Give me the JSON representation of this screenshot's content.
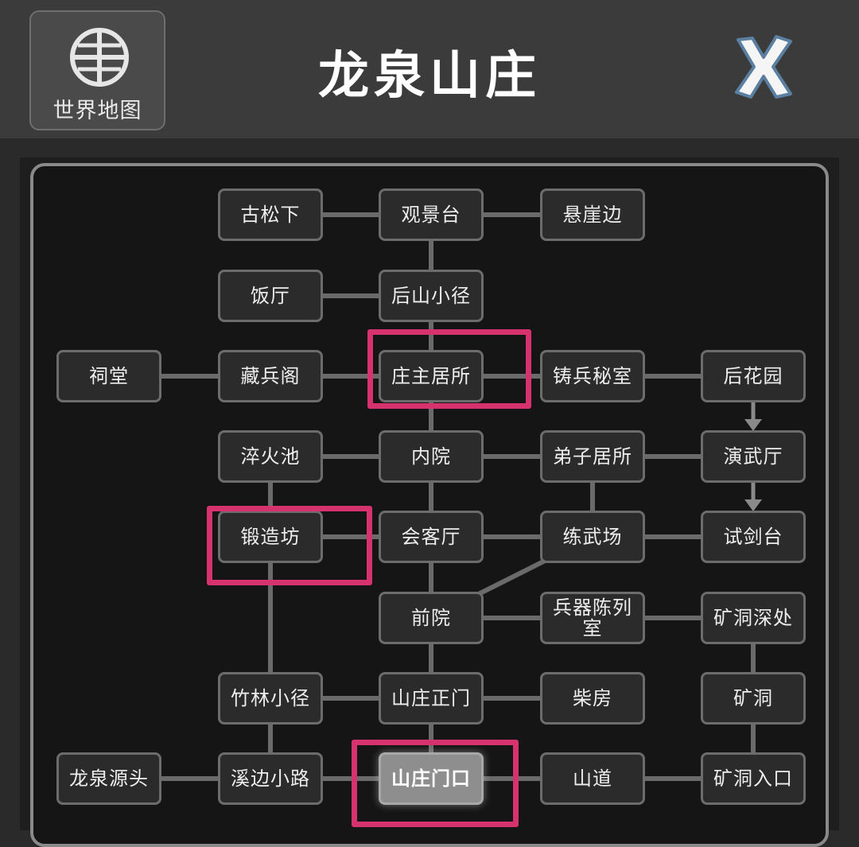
{
  "header": {
    "title": "龙泉山庄",
    "world_map_label": "世界地图",
    "world_map_icon": "globe-icon",
    "close_icon": "close-x-icon"
  },
  "colors": {
    "highlight": "#d6336e",
    "node_bg": "#2b2b2b",
    "node_border": "#6c6c6c",
    "current_node_bg": "#8e8e8e",
    "connector": "#6a6a6a"
  },
  "map": {
    "current_location": "shanzhuang-menkou",
    "locations": [
      {
        "id": "gusongxia",
        "label": "古松下",
        "row": 0,
        "col": 1
      },
      {
        "id": "guanjingtai",
        "label": "观景台",
        "row": 0,
        "col": 2
      },
      {
        "id": "xuanyabian",
        "label": "悬崖边",
        "row": 0,
        "col": 3
      },
      {
        "id": "fanting",
        "label": "饭厅",
        "row": 1,
        "col": 1
      },
      {
        "id": "houshan-xiaojing",
        "label": "后山小径",
        "row": 1,
        "col": 2
      },
      {
        "id": "citang",
        "label": "祠堂",
        "row": 2,
        "col": 0
      },
      {
        "id": "cangbingge",
        "label": "藏兵阁",
        "row": 2,
        "col": 1
      },
      {
        "id": "zhuangzhu-jusuo",
        "label": "庄主居所",
        "row": 2,
        "col": 2
      },
      {
        "id": "zhubing-mishi",
        "label": "铸兵秘室",
        "row": 2,
        "col": 3
      },
      {
        "id": "houhuayuan",
        "label": "后花园",
        "row": 2,
        "col": 4
      },
      {
        "id": "cuihuochi",
        "label": "淬火池",
        "row": 3,
        "col": 1
      },
      {
        "id": "neiyuan",
        "label": "内院",
        "row": 3,
        "col": 2
      },
      {
        "id": "dizi-jusuo",
        "label": "弟子居所",
        "row": 3,
        "col": 3
      },
      {
        "id": "yanwuting",
        "label": "演武厅",
        "row": 3,
        "col": 4
      },
      {
        "id": "duanzaofang",
        "label": "锻造坊",
        "row": 4,
        "col": 1
      },
      {
        "id": "huiketing",
        "label": "会客厅",
        "row": 4,
        "col": 2
      },
      {
        "id": "lianwuchang",
        "label": "练武场",
        "row": 4,
        "col": 3
      },
      {
        "id": "shijiantai",
        "label": "试剑台",
        "row": 4,
        "col": 4
      },
      {
        "id": "qianyuan",
        "label": "前院",
        "row": 5,
        "col": 2
      },
      {
        "id": "bingqi-chenlieshi",
        "label": "兵器陈列室",
        "row": 5,
        "col": 3
      },
      {
        "id": "kuangdong-shenchu",
        "label": "矿洞深处",
        "row": 5,
        "col": 4
      },
      {
        "id": "zhulin-xiaojing",
        "label": "竹林小径",
        "row": 6,
        "col": 1
      },
      {
        "id": "shanzhuang-zhengmen",
        "label": "山庄正门",
        "row": 6,
        "col": 2
      },
      {
        "id": "chaifang",
        "label": "柴房",
        "row": 6,
        "col": 3
      },
      {
        "id": "kuangdong",
        "label": "矿洞",
        "row": 6,
        "col": 4
      },
      {
        "id": "longquan-yuantou",
        "label": "龙泉源头",
        "row": 7,
        "col": 0
      },
      {
        "id": "xibian-xiaolu",
        "label": "溪边小路",
        "row": 7,
        "col": 1
      },
      {
        "id": "shanzhuang-menkou",
        "label": "山庄门口",
        "row": 7,
        "col": 2
      },
      {
        "id": "shandao",
        "label": "山道",
        "row": 7,
        "col": 3
      },
      {
        "id": "kuangdong-rukou",
        "label": "矿洞入口",
        "row": 7,
        "col": 4
      }
    ],
    "connections": [
      [
        "gusongxia",
        "guanjingtai"
      ],
      [
        "guanjingtai",
        "xuanyabian"
      ],
      [
        "guanjingtai",
        "houshan-xiaojing"
      ],
      [
        "fanting",
        "houshan-xiaojing"
      ],
      [
        "houshan-xiaojing",
        "zhuangzhu-jusuo"
      ],
      [
        "citang",
        "cangbingge"
      ],
      [
        "cangbingge",
        "zhuangzhu-jusuo"
      ],
      [
        "zhuangzhu-jusuo",
        "zhubing-mishi"
      ],
      [
        "zhubing-mishi",
        "houhuayuan"
      ],
      [
        "zhuangzhu-jusuo",
        "neiyuan"
      ],
      [
        "cuihuochi",
        "neiyuan"
      ],
      [
        "neiyuan",
        "dizi-jusuo"
      ],
      [
        "dizi-jusuo",
        "yanwuting"
      ],
      [
        "cuihuochi",
        "duanzaofang"
      ],
      [
        "neiyuan",
        "huiketing"
      ],
      [
        "dizi-jusuo",
        "lianwuchang"
      ],
      [
        "duanzaofang",
        "huiketing"
      ],
      [
        "huiketing",
        "lianwuchang"
      ],
      [
        "lianwuchang",
        "shijiantai"
      ],
      [
        "huiketing",
        "qianyuan"
      ],
      [
        "lianwuchang",
        "qianyuan"
      ],
      [
        "qianyuan",
        "bingqi-chenlieshi"
      ],
      [
        "bingqi-chenlieshi",
        "kuangdong-shenchu"
      ],
      [
        "kuangdong-shenchu",
        "kuangdong"
      ],
      [
        "qianyuan",
        "shanzhuang-zhengmen"
      ],
      [
        "duanzaofang",
        "zhulin-xiaojing"
      ],
      [
        "zhulin-xiaojing",
        "shanzhuang-zhengmen"
      ],
      [
        "shanzhuang-zhengmen",
        "chaifang"
      ],
      [
        "zhulin-xiaojing",
        "xibian-xiaolu"
      ],
      [
        "shanzhuang-zhengmen",
        "shanzhuang-menkou"
      ],
      [
        "kuangdong",
        "kuangdong-rukou"
      ],
      [
        "longquan-yuantou",
        "xibian-xiaolu"
      ],
      [
        "xibian-xiaolu",
        "shanzhuang-menkou"
      ],
      [
        "shanzhuang-menkou",
        "shandao"
      ],
      [
        "shandao",
        "kuangdong-rukou"
      ]
    ],
    "arrows": [
      [
        "houhuayuan",
        "yanwuting"
      ],
      [
        "yanwuting",
        "shijiantai"
      ]
    ],
    "highlighted": [
      "zhuangzhu-jusuo",
      "duanzaofang",
      "shanzhuang-menkou"
    ]
  }
}
